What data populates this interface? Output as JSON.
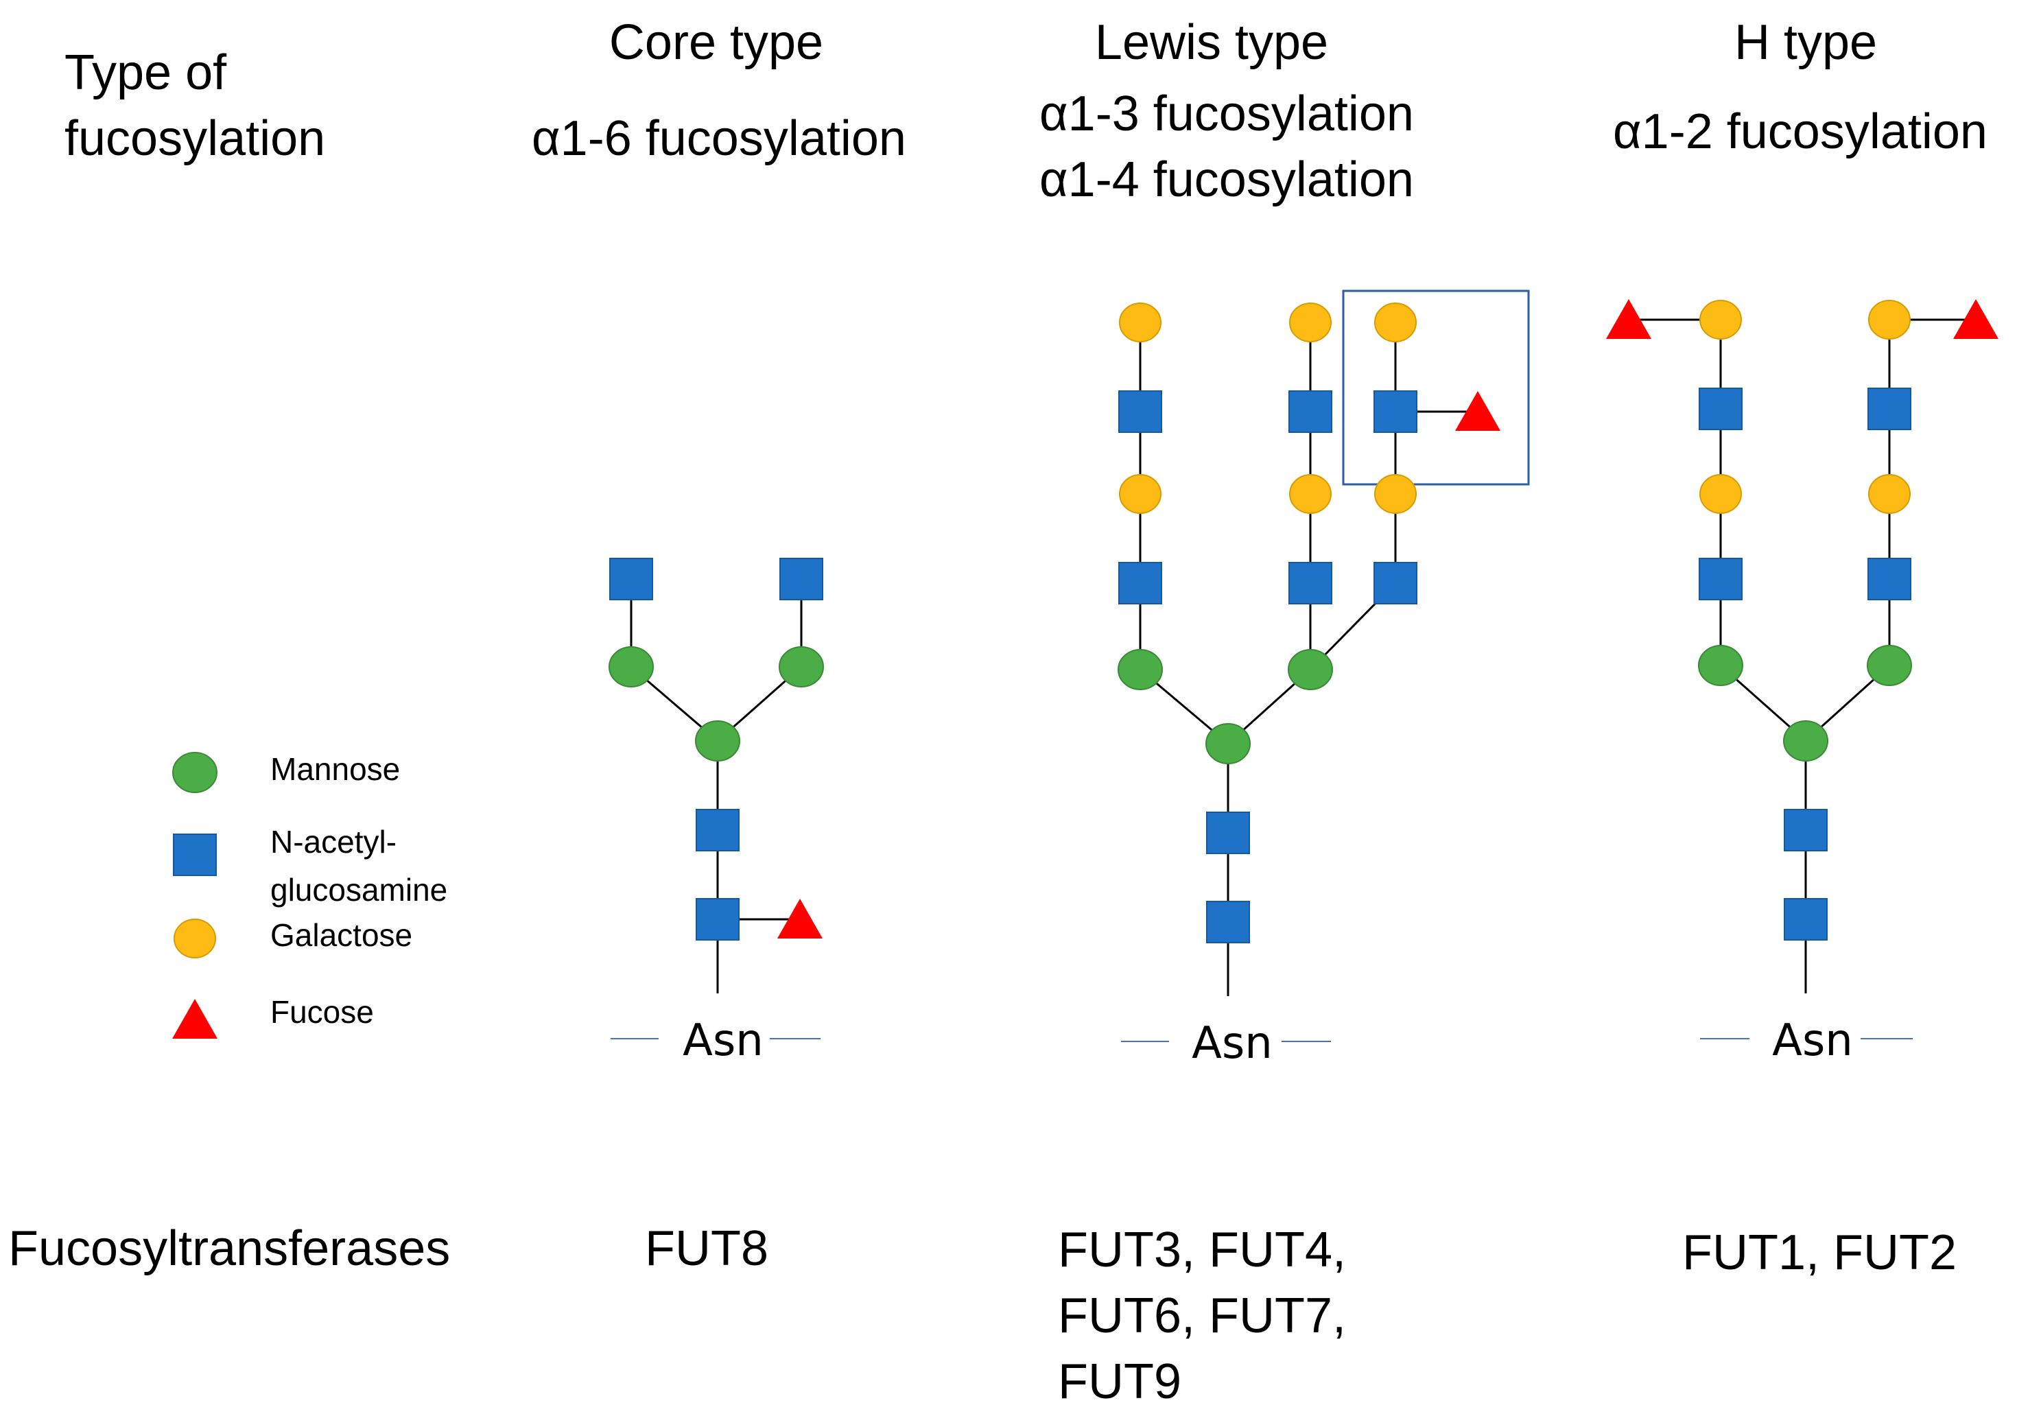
{
  "headers": {
    "type_label": "Type of fucosylation",
    "core_title": "Core type",
    "core_subtitle": "α1-6 fucosylation",
    "lewis_title": "Lewis type",
    "lewis_subtitle_1": "α1-3 fucosylation",
    "lewis_subtitle_2": "α1-4 fucosylation",
    "h_title": "H type",
    "h_subtitle": "α1-2 fucosylation"
  },
  "legend": {
    "mannose": "Mannose",
    "glcnac": "N-acetyl- glucosamine",
    "galactose": "Galactose",
    "fucose": "Fucose"
  },
  "asn_label": "Asn",
  "enzymes": {
    "row_label": "Fucosyltransferases",
    "core": "FUT8",
    "lewis": "FUT3, FUT4, FUT6, FUT7, FUT9",
    "h": "FUT1, FUT2"
  },
  "colors": {
    "mannose": "#4aad45",
    "glcnac": "#1e73c8",
    "galactose": "#fdbb14",
    "fucose": "#ff0000",
    "asn_line": "#4472c4",
    "highlight_box": "#2e5e9e"
  }
}
